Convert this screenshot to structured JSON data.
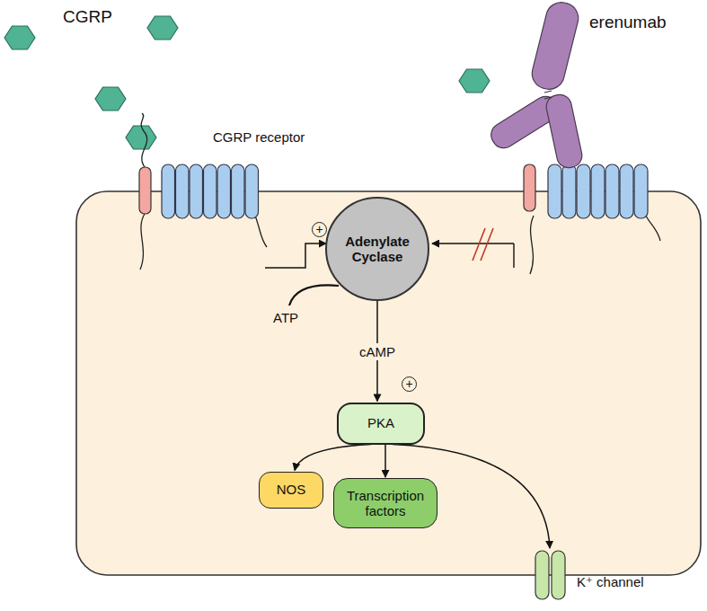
{
  "diagram": {
    "nodes": [
      {
        "text": [
          "CGRP receptor"
        ]
      },
      {
        "text": [
          "Adenylate Cyclase"
        ]
      },
      {
        "text": [
          "PKA"
        ]
      },
      {
        "text": [
          "NOS"
        ]
      },
      {
        "text": [
          "Transcription factors"
        ]
      },
      {
        "text": [
          "K⁺ channel"
        ]
      }
    ],
    "edges": [
      {
        "from": 0,
        "to": 1,
        "arrow": "to"
      },
      {
        "from": 1,
        "to": 2,
        "label": "cAMP",
        "arrow": "to"
      },
      {
        "from": 2,
        "to": 3,
        "arrow": "to"
      },
      {
        "from": 2,
        "to": 4,
        "arrow": "to"
      },
      {
        "from": 2,
        "to": 5,
        "arrow": "to"
      }
    ],
    "labels": [
      "CGRP",
      "erenumab",
      "ATP",
      "+",
      "+"
    ]
  }
}
